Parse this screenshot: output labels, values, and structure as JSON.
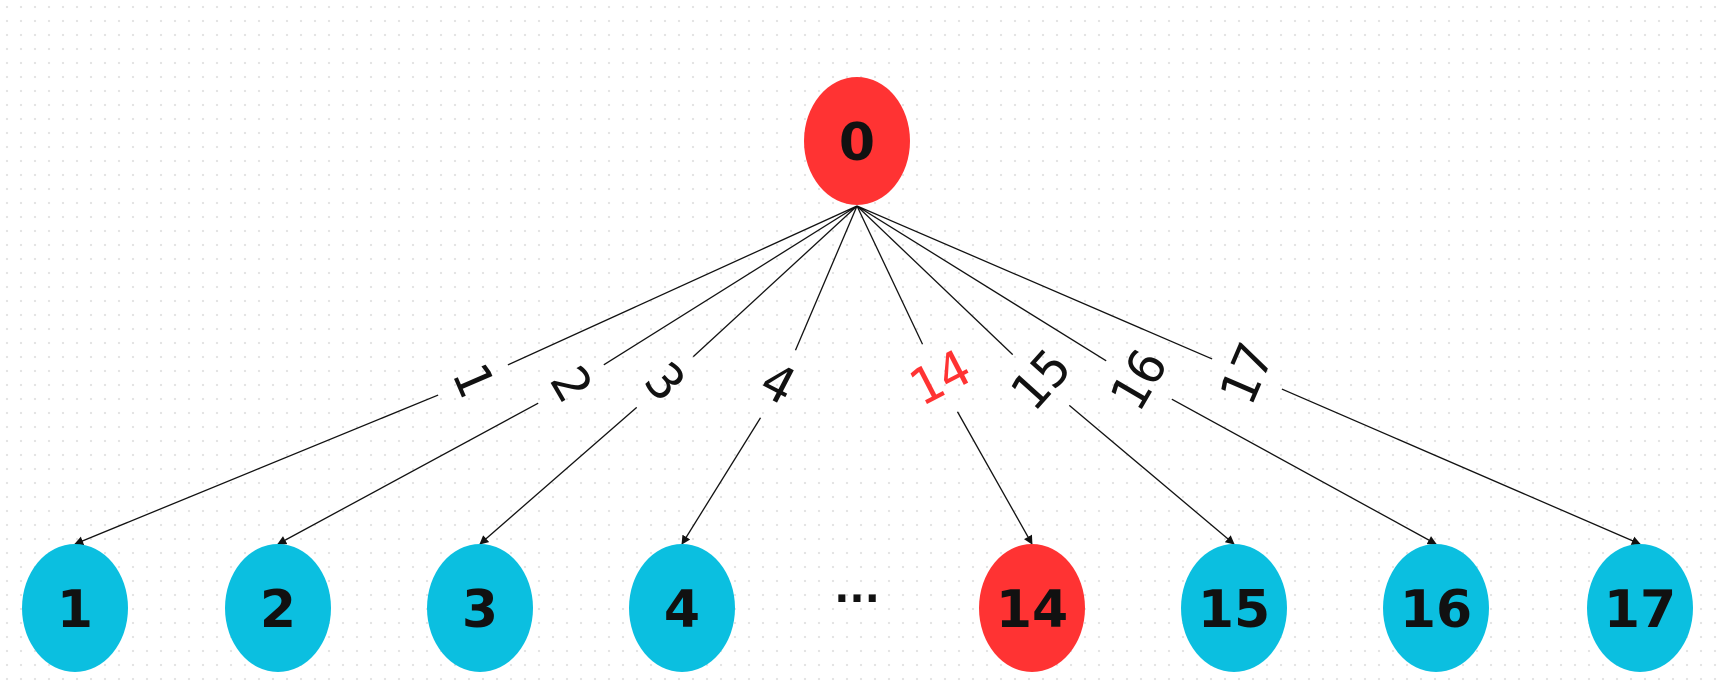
{
  "diagram": {
    "type": "tree",
    "colors": {
      "highlight": "#ff3333",
      "node": "#0bbfe0",
      "text": "#111111",
      "edge": "#111111"
    },
    "root": {
      "id": "0",
      "label": "0",
      "highlighted": true
    },
    "children": [
      {
        "label": "1",
        "edge_label": "1",
        "highlighted": false
      },
      {
        "label": "2",
        "edge_label": "2",
        "highlighted": false
      },
      {
        "label": "3",
        "edge_label": "3",
        "highlighted": false
      },
      {
        "label": "4",
        "edge_label": "4",
        "highlighted": false
      },
      {
        "label": "14",
        "edge_label": "14",
        "highlighted": true
      },
      {
        "label": "15",
        "edge_label": "15",
        "highlighted": false
      },
      {
        "label": "16",
        "edge_label": "16",
        "highlighted": false
      },
      {
        "label": "17",
        "edge_label": "17",
        "highlighted": false
      }
    ],
    "ellipsis": "..."
  }
}
